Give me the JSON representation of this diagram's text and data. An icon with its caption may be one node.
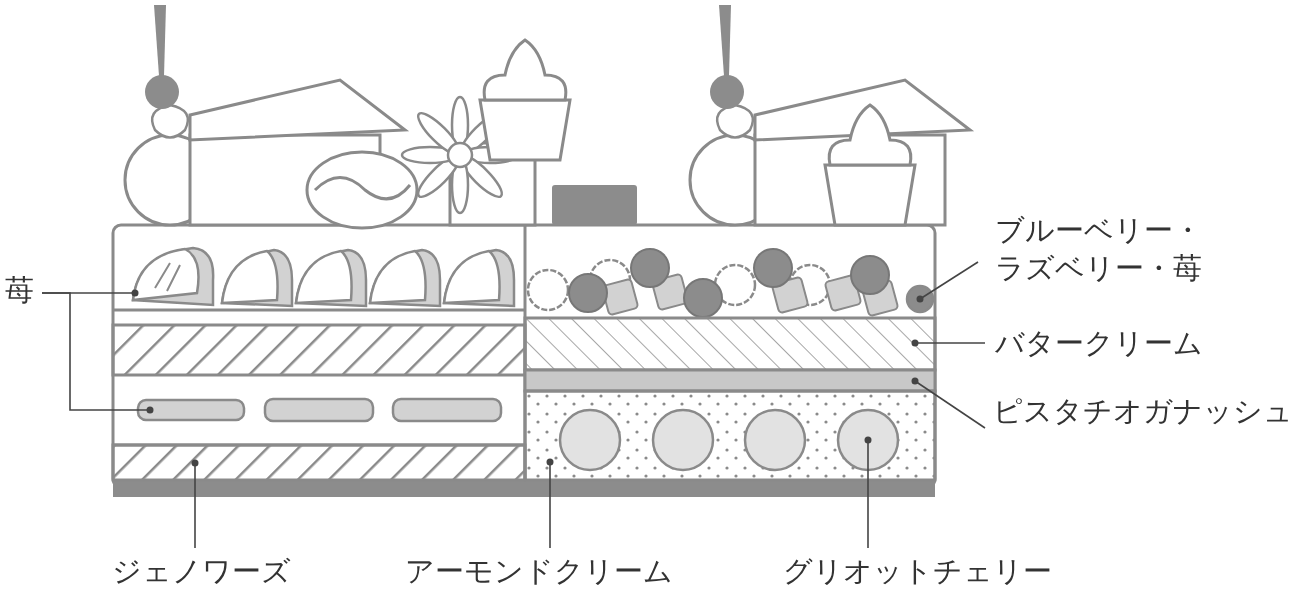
{
  "diagram": {
    "nodes": [
      {
        "text": [
          "苺"
        ]
      },
      {
        "text": [],
        "shape": "picture"
      },
      {
        "text": [],
        "shape": "box"
      },
      {
        "text": [
          "ブルーベリー・ラズベリー・苺"
        ]
      },
      {
        "text": [],
        "shape": "circle"
      },
      {
        "text": [
          "バタークリーム"
        ]
      },
      {
        "text": [],
        "shape": "bar"
      },
      {
        "text": [
          "ピスタチオガナッシュ"
        ]
      },
      {
        "text": [],
        "shape": "bar"
      },
      {
        "text": [
          "ジェノワーズ"
        ]
      },
      {
        "text": [],
        "shape": "bar"
      },
      {
        "text": [
          "アーモンドクリーム"
        ]
      },
      {
        "text": [],
        "shape": "bar"
      },
      {
        "text": [],
        "shape": "circle",
        "in": 12
      },
      {
        "text": [],
        "shape": "circle",
        "in": 12
      },
      {
        "text": [],
        "shape": "circle",
        "in": 12
      },
      {
        "text": [
          "グリオットチェリー"
        ]
      },
      {
        "text": [],
        "shape": "circle",
        "in": 12
      }
    ],
    "edges": [
      {
        "from": 0,
        "to": 1,
        "arrow": "other"
      },
      {
        "from": 0,
        "to": 2,
        "arrow": "other"
      },
      {
        "from": 3,
        "to": 4,
        "arrow": "other"
      },
      {
        "from": 5,
        "to": 6,
        "arrow": "other"
      },
      {
        "from": 7,
        "to": 8,
        "arrow": "other"
      },
      {
        "from": 9,
        "to": 10,
        "arrow": "other"
      },
      {
        "from": 11,
        "to": 12,
        "arrow": "other"
      },
      {
        "from": 16,
        "to": 17,
        "arrow": "other"
      }
    ]
  }
}
